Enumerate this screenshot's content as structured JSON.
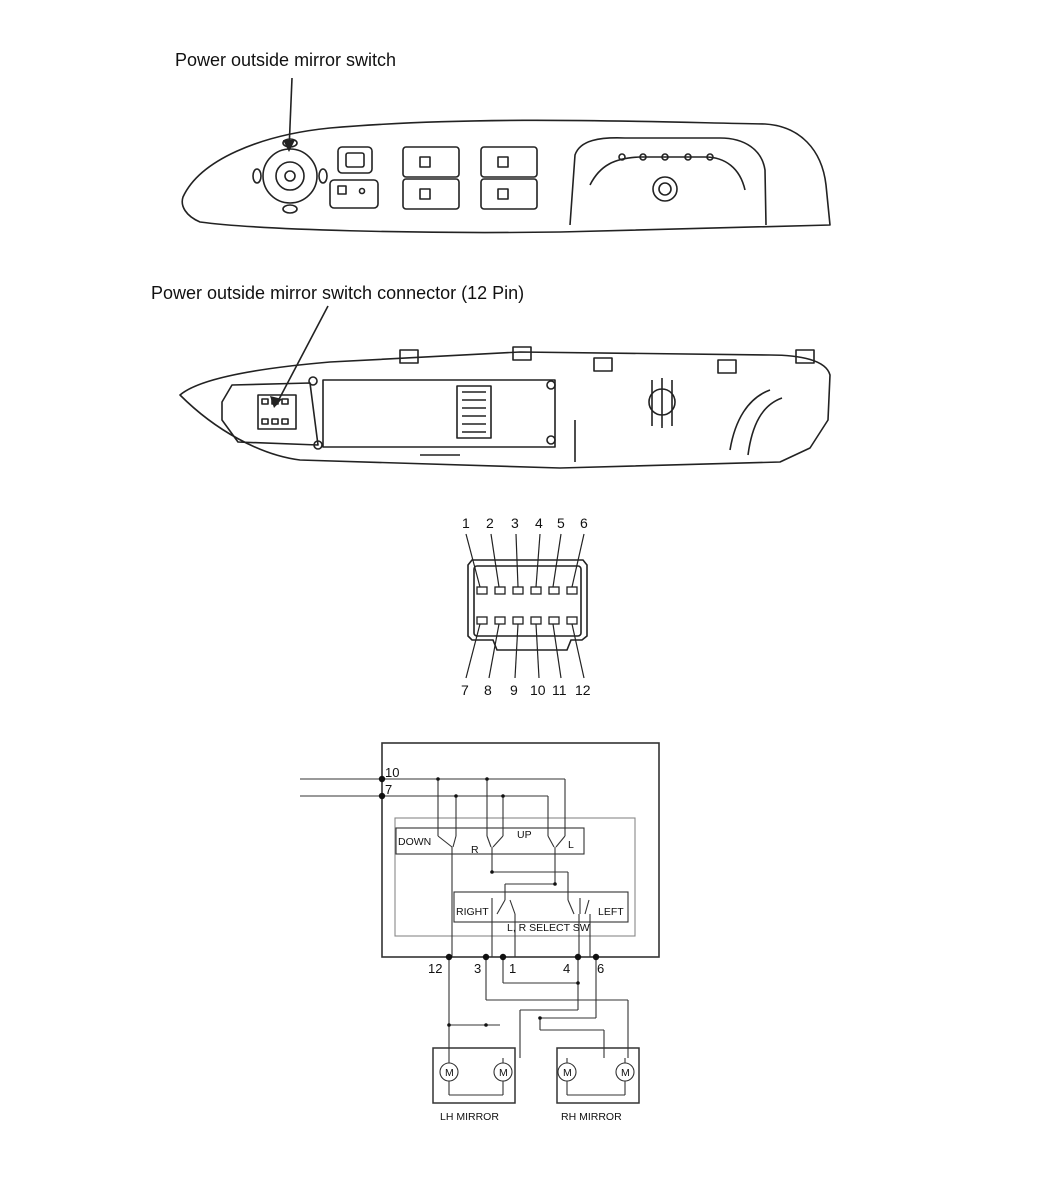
{
  "callouts": {
    "switch": "Power outside mirror switch",
    "connector": "Power outside mirror switch connector (12 Pin)"
  },
  "connector_pins": {
    "top_row": [
      "1",
      "2",
      "3",
      "4",
      "5",
      "6"
    ],
    "bottom_row": [
      "7",
      "8",
      "9",
      "10",
      "11",
      "12"
    ]
  },
  "schematic": {
    "input_pins": [
      "10",
      "7"
    ],
    "switch_labels": {
      "down": "DOWN",
      "up": "UP",
      "r": "R",
      "l": "L",
      "right": "RIGHT",
      "left": "LEFT",
      "select": "L, R SELECT SW"
    },
    "output_pins": [
      "12",
      "3",
      "1",
      "4",
      "6"
    ],
    "motor_symbol": "M",
    "mirrors": [
      "LH MIRROR",
      "RH MIRROR"
    ]
  }
}
